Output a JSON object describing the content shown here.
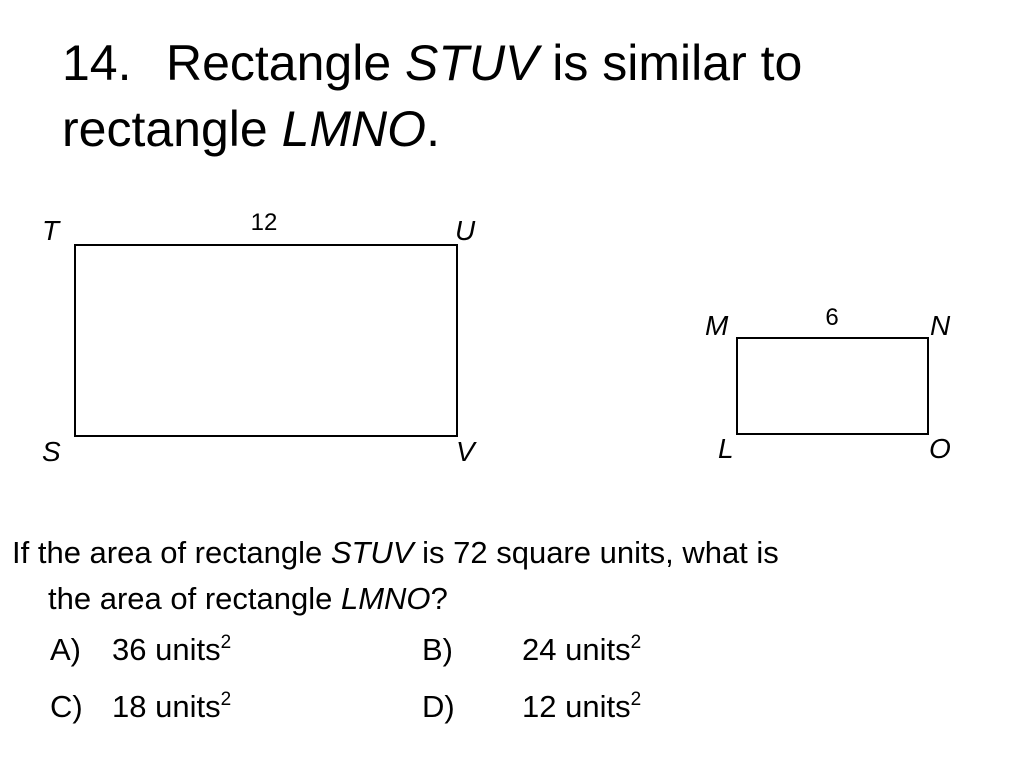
{
  "title": {
    "number": "14.",
    "text_before": "Rectangle ",
    "rect_a": "STUV",
    "text_mid": " is similar to",
    "text_line2": "rectangle ",
    "rect_b": "LMNO",
    "text_end": "."
  },
  "figure": {
    "large": {
      "T": "T",
      "U": "U",
      "S": "S",
      "V": "V",
      "side_label": "12"
    },
    "small": {
      "M": "M",
      "N": "N",
      "L": "L",
      "O": "O",
      "side_label": "6"
    }
  },
  "question": {
    "part1": "If the area of rectangle ",
    "rect_a": "STUV",
    "part2": " is 72 square units, what is",
    "part3": "the area of rectangle ",
    "rect_b": "LMNO",
    "part4": "?"
  },
  "choices": [
    {
      "letter": "A)",
      "value": "36 units",
      "exp": "2"
    },
    {
      "letter": "B)",
      "value": "24 units",
      "exp": "2"
    },
    {
      "letter": "C)",
      "value": "18 units",
      "exp": "2"
    },
    {
      "letter": "D)",
      "value": "12 units",
      "exp": "2"
    }
  ]
}
